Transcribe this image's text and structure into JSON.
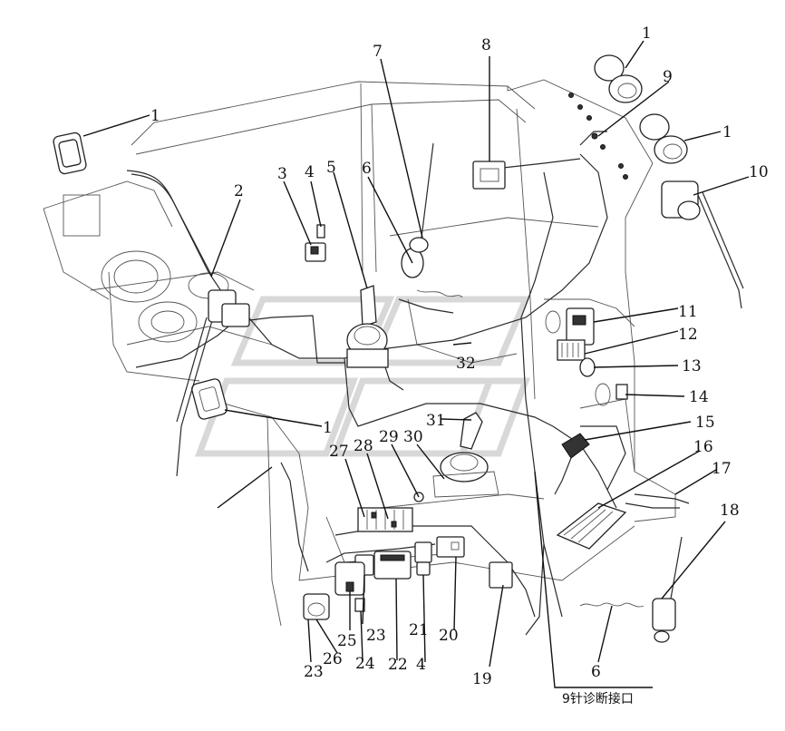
{
  "labels": {
    "l1a": "1",
    "l1b": "1",
    "l1c": "1",
    "l1d": "1",
    "l2": "2",
    "l3": "3",
    "l4a": "4",
    "l4b": "4",
    "l5": "5",
    "l6a": "6",
    "l6b": "6",
    "l7": "7",
    "l8": "8",
    "l9": "9",
    "l10": "10",
    "l11": "11",
    "l12": "12",
    "l13": "13",
    "l14": "14",
    "l15": "15",
    "l16": "16",
    "l17": "17",
    "l18": "18",
    "l19": "19",
    "l20": "20",
    "l21": "21",
    "l22": "22",
    "l23a": "23",
    "l23b": "23",
    "l24": "24",
    "l25": "25",
    "l26": "26",
    "l27": "27",
    "l28": "28",
    "l29": "29",
    "l30": "30",
    "l31": "31",
    "l32": "32"
  },
  "footer_label": "9针诊断接口"
}
